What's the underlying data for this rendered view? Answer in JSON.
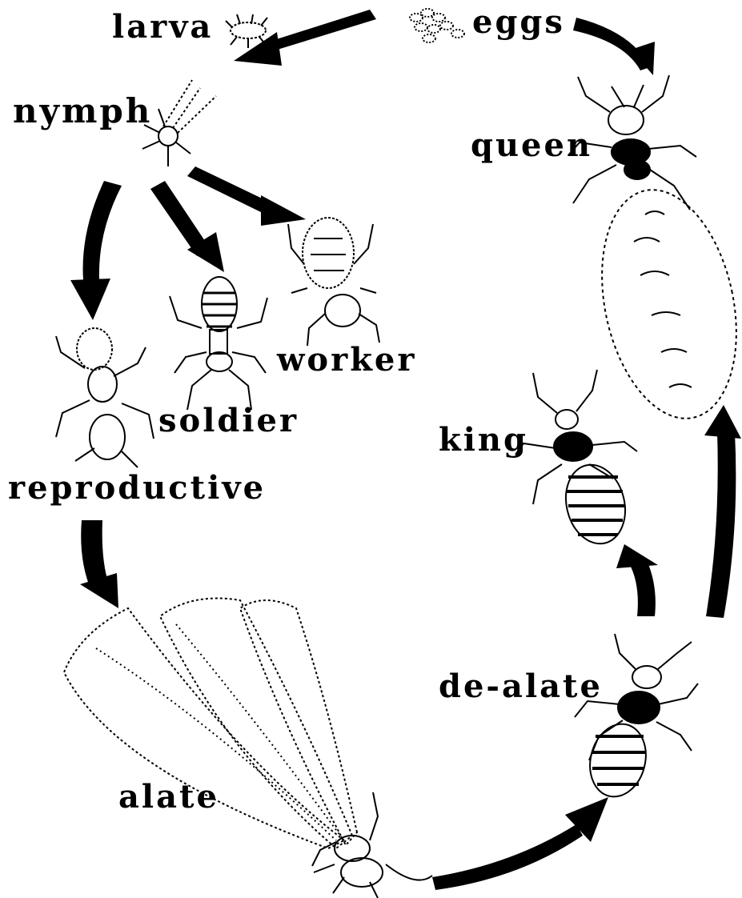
{
  "stages": {
    "larva": "larva",
    "eggs": "eggs",
    "nymph": "nymph",
    "queen": "queen",
    "worker": "worker",
    "soldier": "soldier",
    "king": "king",
    "reproductive": "reproductive",
    "dealate": "de-alate",
    "alate": "alate"
  },
  "colors": {
    "ink": "#000000",
    "background": "#ffffff"
  }
}
